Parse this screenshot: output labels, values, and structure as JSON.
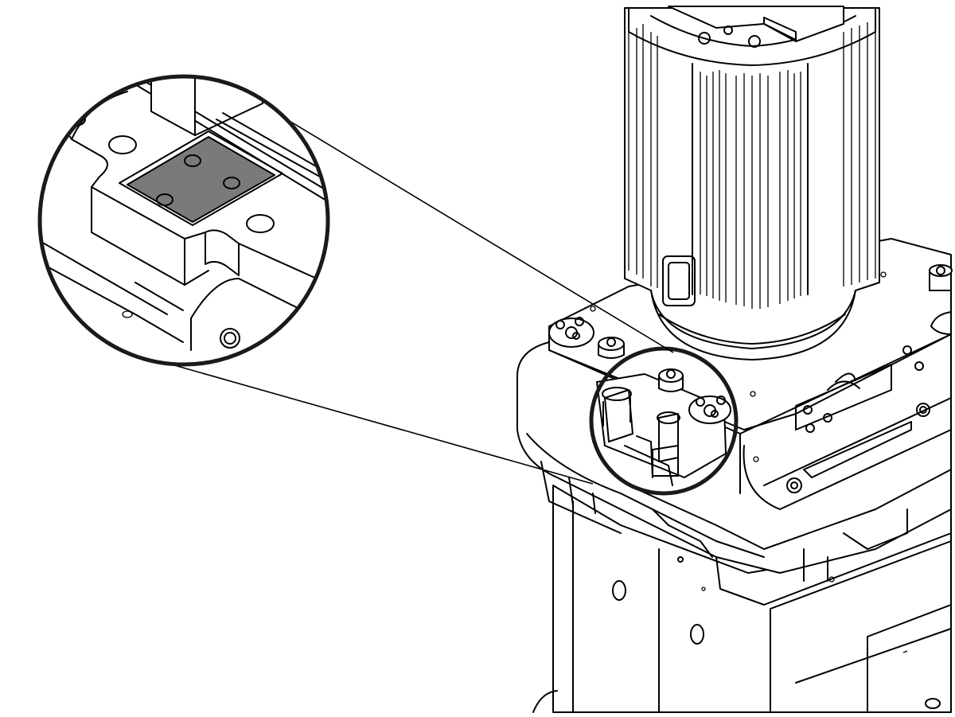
{
  "figure": {
    "background": "#ffffff",
    "line_color": "#000000",
    "highlight_fill": "#7a7a7a"
  },
  "parts": {
    "motor": "motor",
    "gearbox_housing": "gearbox-housing",
    "base_column": "base-column",
    "highlighted_part": "highlighted-plate"
  },
  "callout": {
    "type": "magnified-detail",
    "highlighted_part_bolt_holes": 3
  }
}
